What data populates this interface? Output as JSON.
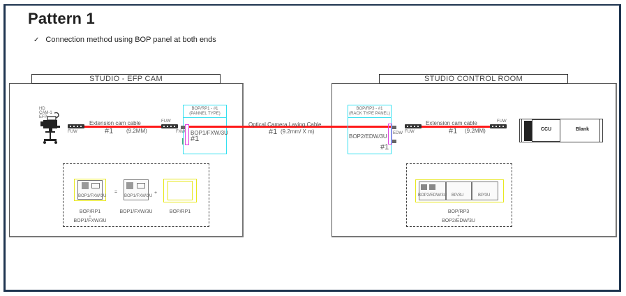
{
  "slide": {
    "title": "Pattern 1",
    "bullet_icon": "check-icon",
    "bullet_text": "Connection method using BOP panel at both ends"
  },
  "zones": {
    "left": {
      "label": "STUDIO - EFP CAM"
    },
    "right": {
      "label": "STUDIO CONTROL ROOM"
    }
  },
  "camera": {
    "icon": "video-camera-icon",
    "label": "HD CAM-1 EFP"
  },
  "left_cable": {
    "name": "Extension cam cable",
    "number": "#1",
    "spec": "(9.2MM)",
    "connector_left": "FUW",
    "connector_right": "FUW"
  },
  "bop_left": {
    "header_line1": "BOP/RP1 - #1",
    "header_line2": "(PANNEL TYPE)",
    "model": "BOP1/FXW/3U",
    "number": "#1",
    "port_label": "FXW"
  },
  "optical_cable": {
    "name": "Optical Camera Laying Cable",
    "number": "#1",
    "spec": "(9.2mm/ X m)"
  },
  "bop_right": {
    "header_line1": "BOP/RP3 - #1",
    "header_line2": "(RACK TYPE PANEL)",
    "model": "BOP2/EDW/3U",
    "number": "#1",
    "port_label": "EDW"
  },
  "right_cable": {
    "name": "Extension cam cable",
    "number": "#1",
    "spec": "(9.2MM)",
    "connector_left": "FUW",
    "connector_right": "FUW"
  },
  "ccu_unit": {
    "left_label": "CCU",
    "right_label": "Blank"
  },
  "left_legend": {
    "item1_face": "BOP1/FXW/3U",
    "item1_caption_line1": "BOP/RP1",
    "item1_caption_plus": "+",
    "item1_caption_line2": "BOP1/FXW/3U",
    "equals": "=",
    "item2_face": "BOP1/FXW/3U",
    "item2_caption": "BOP1/FXW/3U",
    "plus": "+",
    "item3_caption": "BOP/RP1"
  },
  "right_legend": {
    "slot1": "BOP2/EDW/3U",
    "slot2": "BP/3U",
    "slot3": "BP/3U",
    "caption_line1": "BOP/RP3",
    "caption_plus": "+",
    "caption_line2": "BOP2/EDW/3U"
  },
  "colors": {
    "frame": "#1f3550",
    "cable": "#ff1a1a",
    "panel_outline": "#33e0f0",
    "port_highlight": "#e040e0",
    "rack_outline": "#e8e820"
  }
}
